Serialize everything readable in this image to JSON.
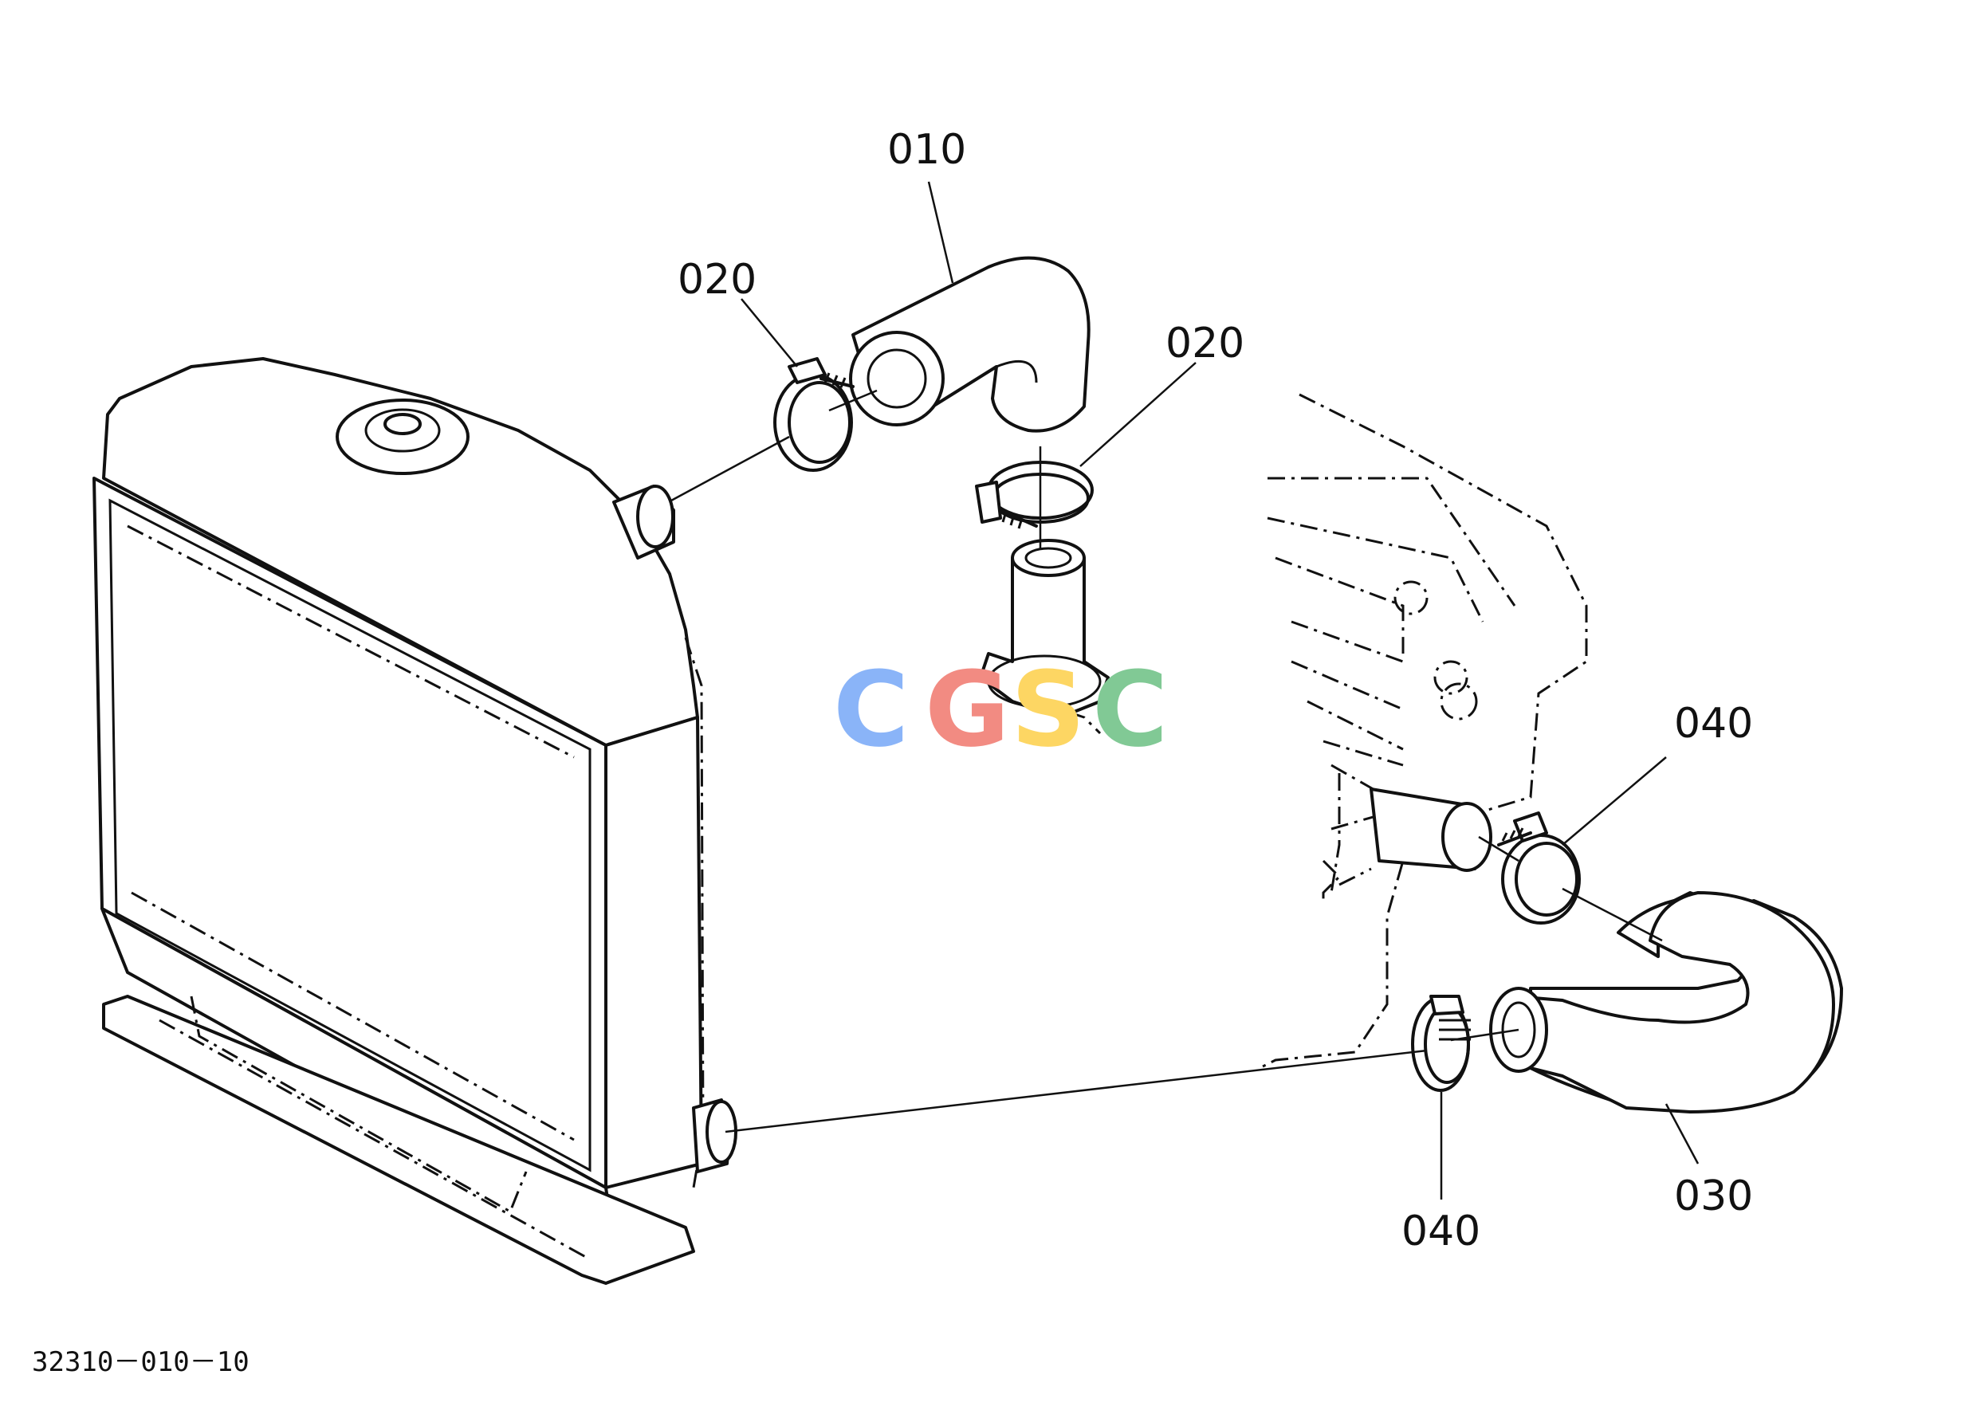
{
  "callouts": {
    "upper_hose": "010",
    "clamp_upper_left": "020",
    "clamp_upper_right": "020",
    "lower_hose": "030",
    "clamp_lower_right": "040",
    "clamp_lower_left": "040"
  },
  "drawing_code": "32310－010－10",
  "watermark": {
    "letters": [
      "C",
      "G",
      "S",
      "C"
    ],
    "colors": [
      "#8ab4f8",
      "#f28b82",
      "#fdd663",
      "#81c995"
    ]
  }
}
